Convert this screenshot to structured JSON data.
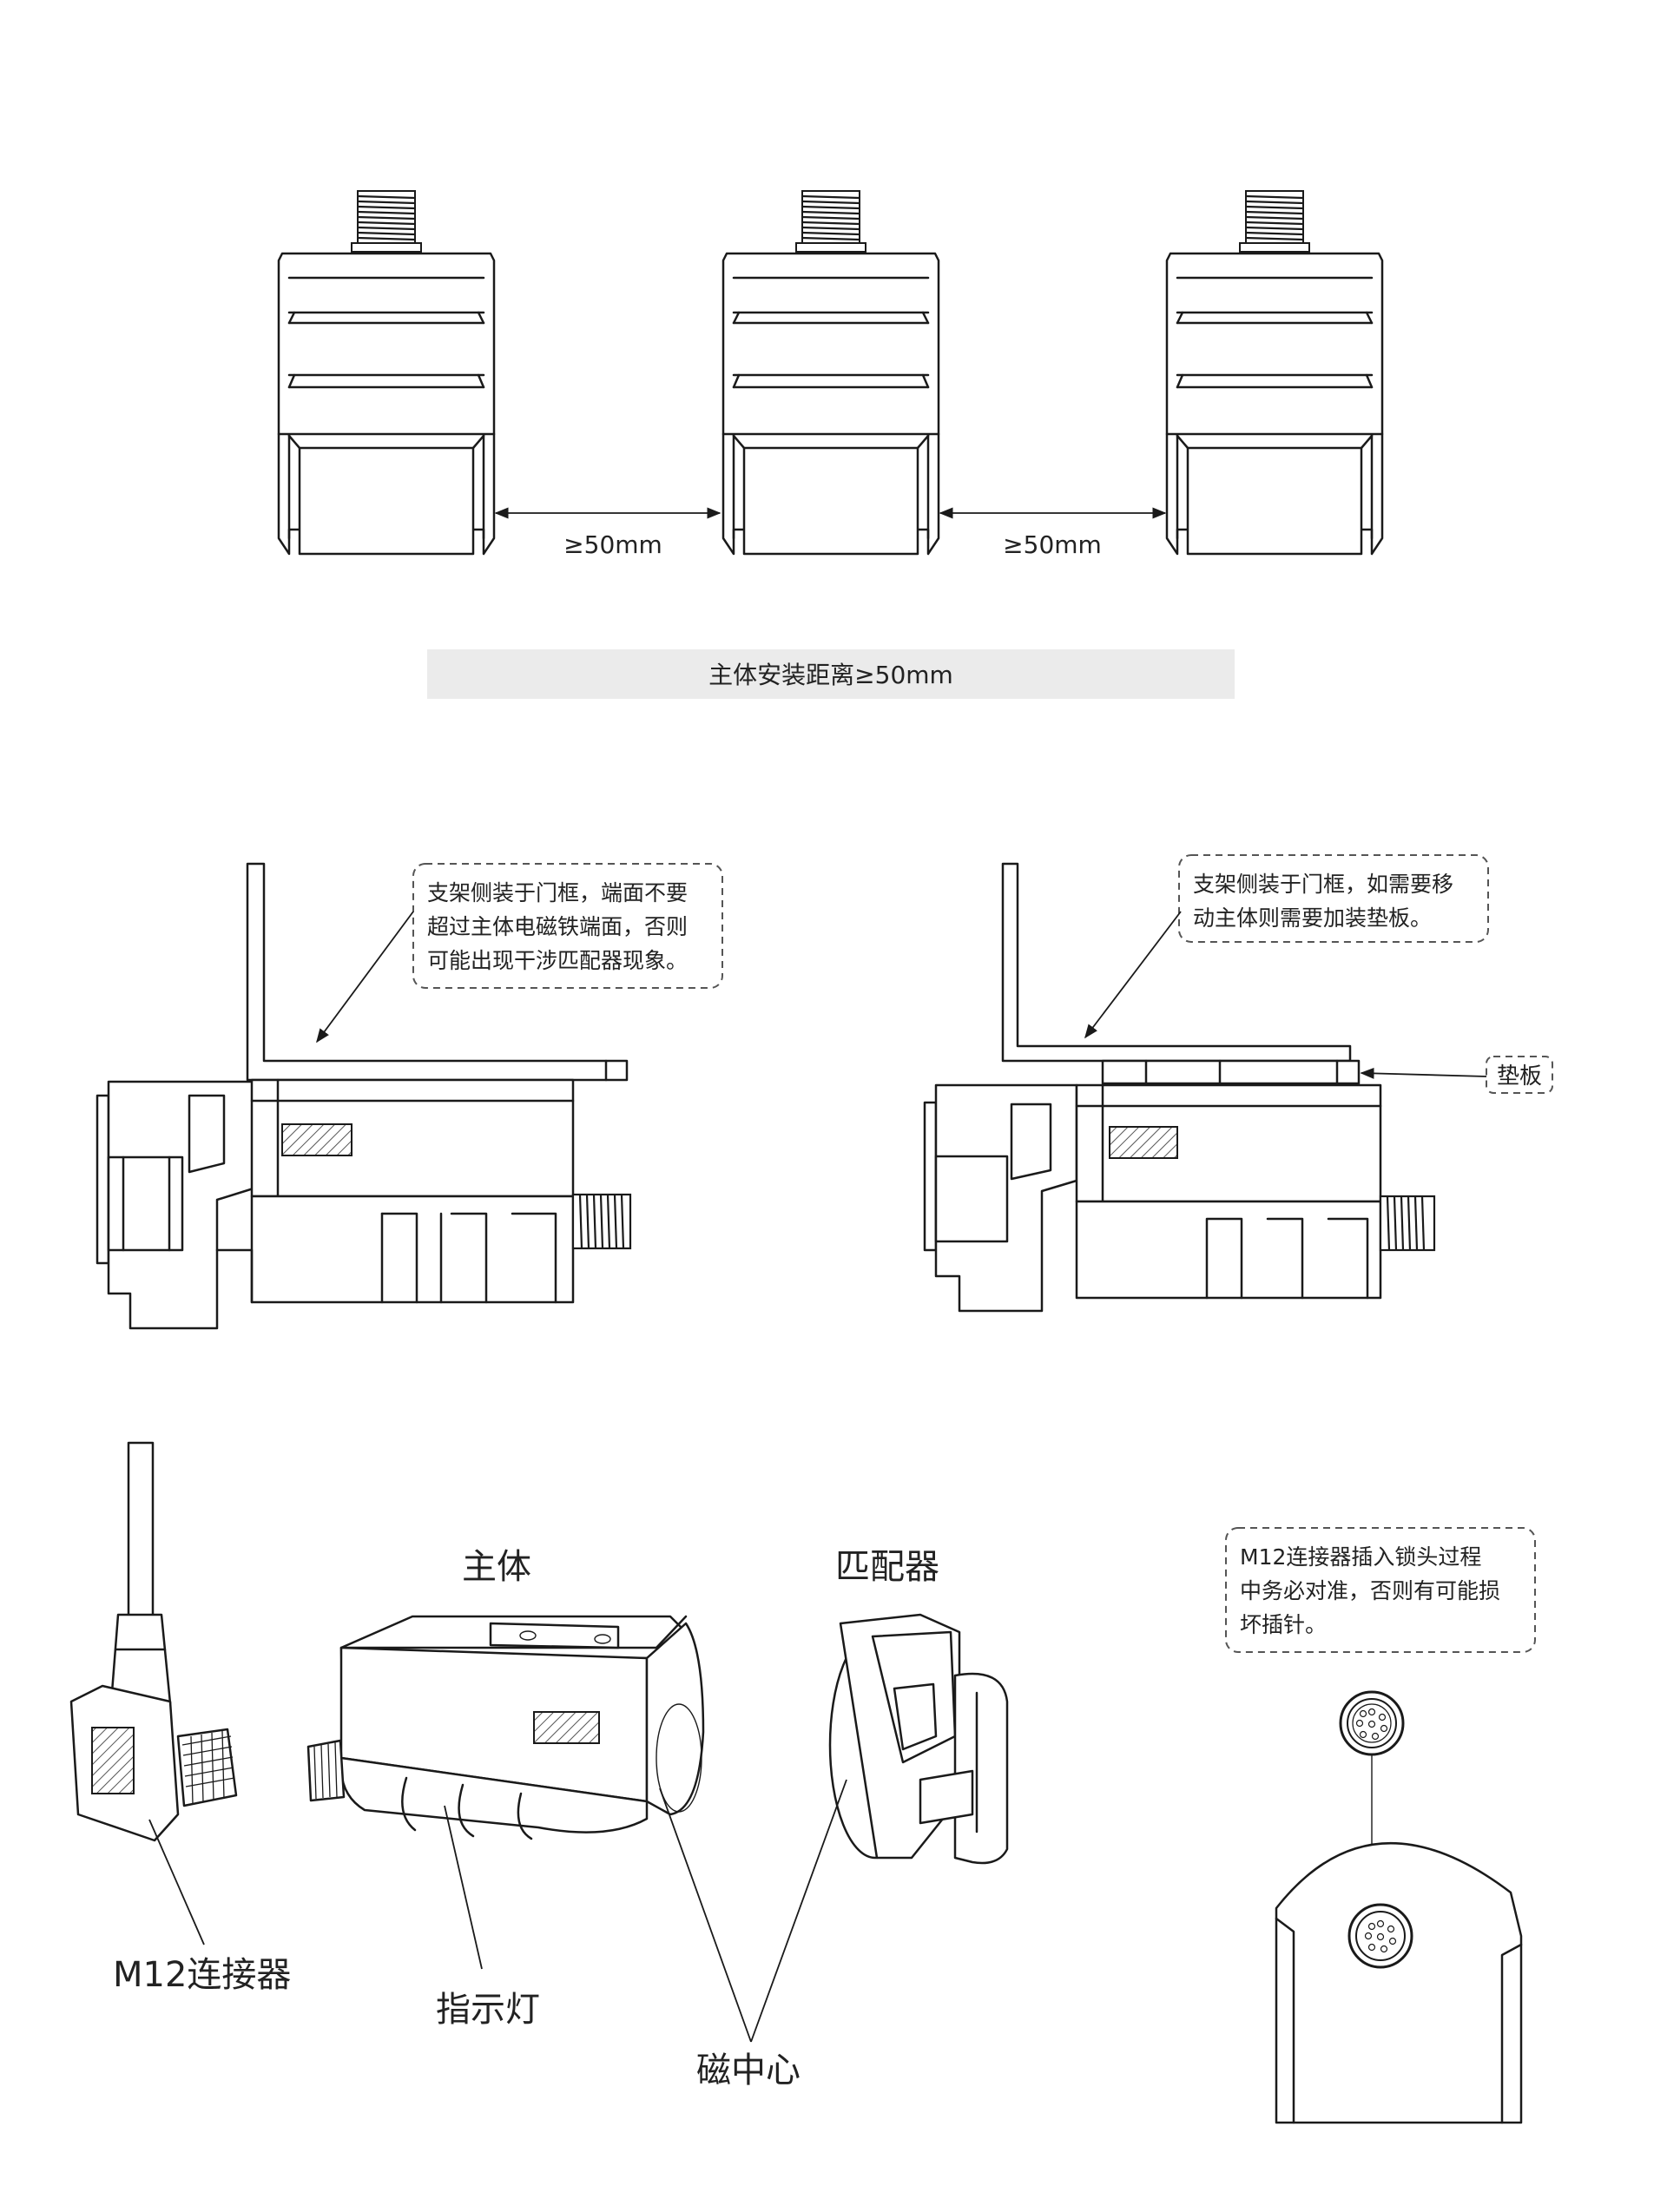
{
  "section1": {
    "gap_labels": [
      "≥50mm",
      "≥50mm"
    ],
    "caption": "主体安装距离≥50mm",
    "caption_bg": "#ebebeb"
  },
  "section2": {
    "left_note": [
      "支架侧装于门框，端面不要",
      "超过主体电磁铁端面，否则",
      "可能出现干涉匹配器现象。"
    ],
    "right_note": [
      "支架侧装于门框，如需要移",
      "动主体则需要加装垫板。"
    ],
    "shim_label": "垫板"
  },
  "section3": {
    "main_title": "主体",
    "matcher_title": "匹配器",
    "connector_label": "M12连接器",
    "indicator_label": "指示灯",
    "magnet_label": "磁中心",
    "warning_note": [
      "M12连接器插入锁头过程",
      "中务必对准，否则有可能损",
      "坏插针。"
    ]
  },
  "colors": {
    "line": "#1a1a1a",
    "hatch": "#555555"
  }
}
